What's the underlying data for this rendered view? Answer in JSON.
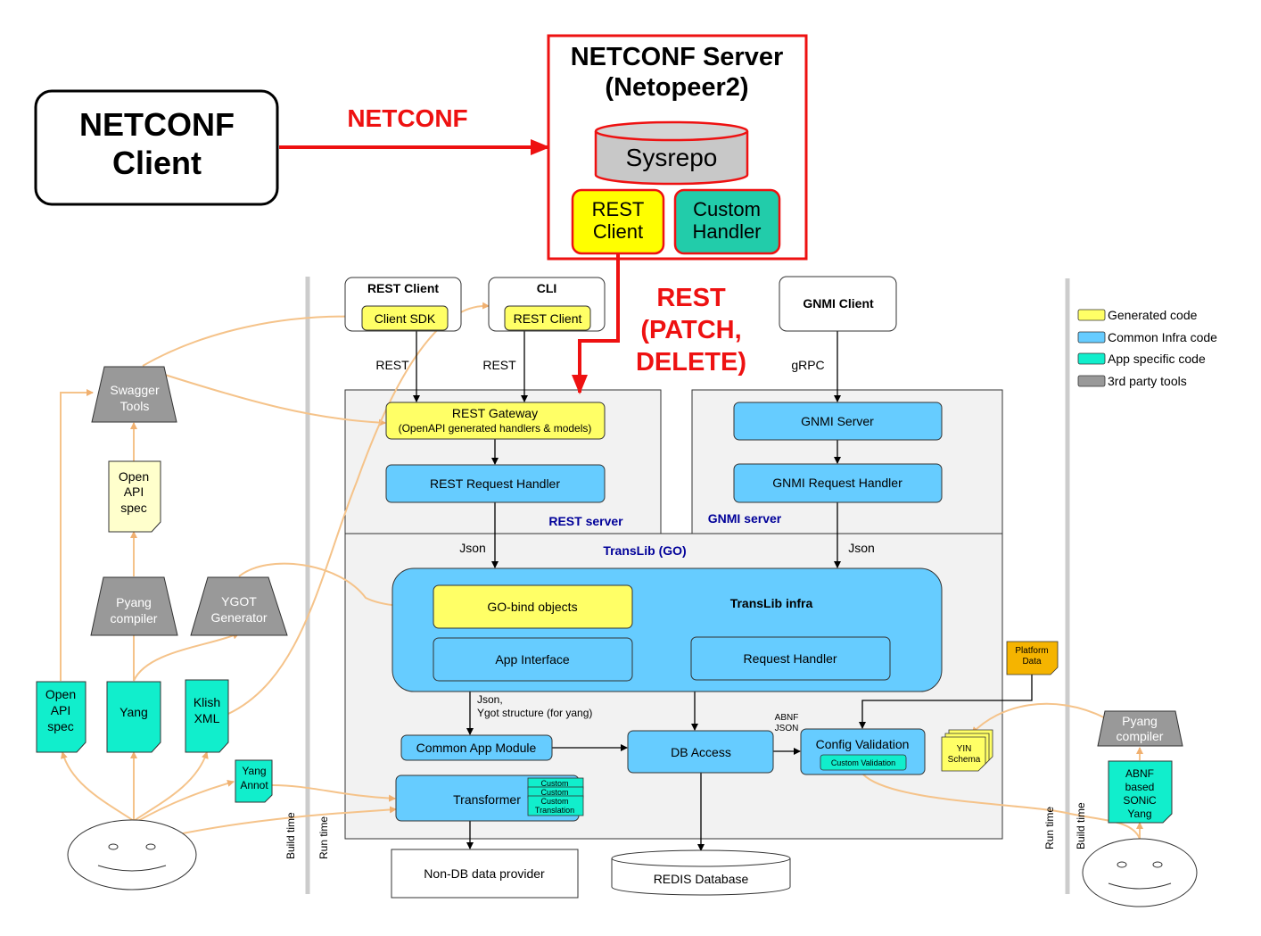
{
  "netconf_client": {
    "line1": "NETCONF",
    "line2": "Client"
  },
  "netconf_protocol_label": "NETCONF",
  "netconf_server": {
    "title_line1": "NETCONF Server",
    "title_line2": "(Netopeer2)",
    "sysrepo": "Sysrepo",
    "rest_client_line1": "REST",
    "rest_client_line2": "Client",
    "custom_handler_line1": "Custom",
    "custom_handler_line2": "Handler"
  },
  "rest_protocol_label": {
    "line1": "REST",
    "line2": "(PATCH,",
    "line3": "DELETE)"
  },
  "top_clients": {
    "rest_client_title": "REST Client",
    "client_sdk": "Client SDK",
    "cli_title": "CLI",
    "cli_rest_client": "REST Client",
    "gnmi_client": "GNMI Client"
  },
  "edge_labels": {
    "rest_left": "REST",
    "rest_right": "REST",
    "grpc": "gRPC",
    "json_left": "Json",
    "json_right": "Json",
    "json_ygot_line1": "Json,",
    "json_ygot_line2": "Ygot structure  (for yang)",
    "abnf": "ABNF",
    "json_small": "JSON"
  },
  "rest_server": {
    "label": "REST server",
    "gateway_line1": "REST Gateway",
    "gateway_line2": "(OpenAPI generated handlers & models)",
    "request_handler": "REST Request Handler"
  },
  "gnmi_server": {
    "label": "GNMI server",
    "server": "GNMI Server",
    "request_handler": "GNMI Request Handler"
  },
  "translib": {
    "label": "TransLib (GO)",
    "infra_label": "TransLib infra",
    "go_bind": "GO-bind objects",
    "app_interface": "App Interface",
    "request_handler": "Request Handler",
    "common_app_module": "Common App Module",
    "transformer": "Transformer",
    "custom1": "Custom",
    "custom2": "Custom",
    "custom3": "Custom",
    "custom_translation": "Translation",
    "db_access": "DB Access",
    "config_validation": "Config Validation",
    "custom_validation": "Custom Validation"
  },
  "data_stores": {
    "non_db": "Non-DB data provider",
    "redis": "REDIS Database"
  },
  "left_tools": {
    "swagger_line1": "Swagger",
    "swagger_line2": "Tools",
    "openapi_doc_line1": "Open",
    "openapi_doc_line2": "API",
    "openapi_doc_line3": "spec",
    "pyang_line1": "Pyang",
    "pyang_line2": "compiler",
    "ygot_line1": "YGOT",
    "ygot_line2": "Generator",
    "openapi_spec_line1": "Open",
    "openapi_spec_line2": "API",
    "openapi_spec_line3": "spec",
    "yang": "Yang",
    "klish_line1": "Klish",
    "klish_line2": "XML",
    "yang_annot_line1": "Yang",
    "yang_annot_line2": "Annot"
  },
  "right_tools": {
    "platform_data_line1": "Platform",
    "platform_data_line2": "Data",
    "yin_line1": "YIN",
    "yin_line2": "Schema",
    "pyang_line1": "Pyang",
    "pyang_line2": "compiler",
    "abnf_line1": "ABNF",
    "abnf_line2": "based",
    "abnf_line3": "SONiC",
    "abnf_line4": "Yang"
  },
  "time_labels": {
    "build_left": "Build time",
    "run_left": "Run time",
    "run_right": "Run time",
    "build_right": "Build time"
  },
  "legend": {
    "generated": "Generated code",
    "common": "Common Infra code",
    "app": "App specific code",
    "third": "3rd party tools"
  },
  "colors": {
    "netconf_red": "#ee1111",
    "generated_yellow": "#ffff66",
    "common_blue": "#66ccff",
    "app_teal": "#11eecc",
    "custom_handler_teal": "#22ccaa",
    "third_party_gray": "#999999",
    "spec_cream": "#ffffcc",
    "build_flow_orange": "#f5c38a",
    "label_navy": "#000099"
  }
}
